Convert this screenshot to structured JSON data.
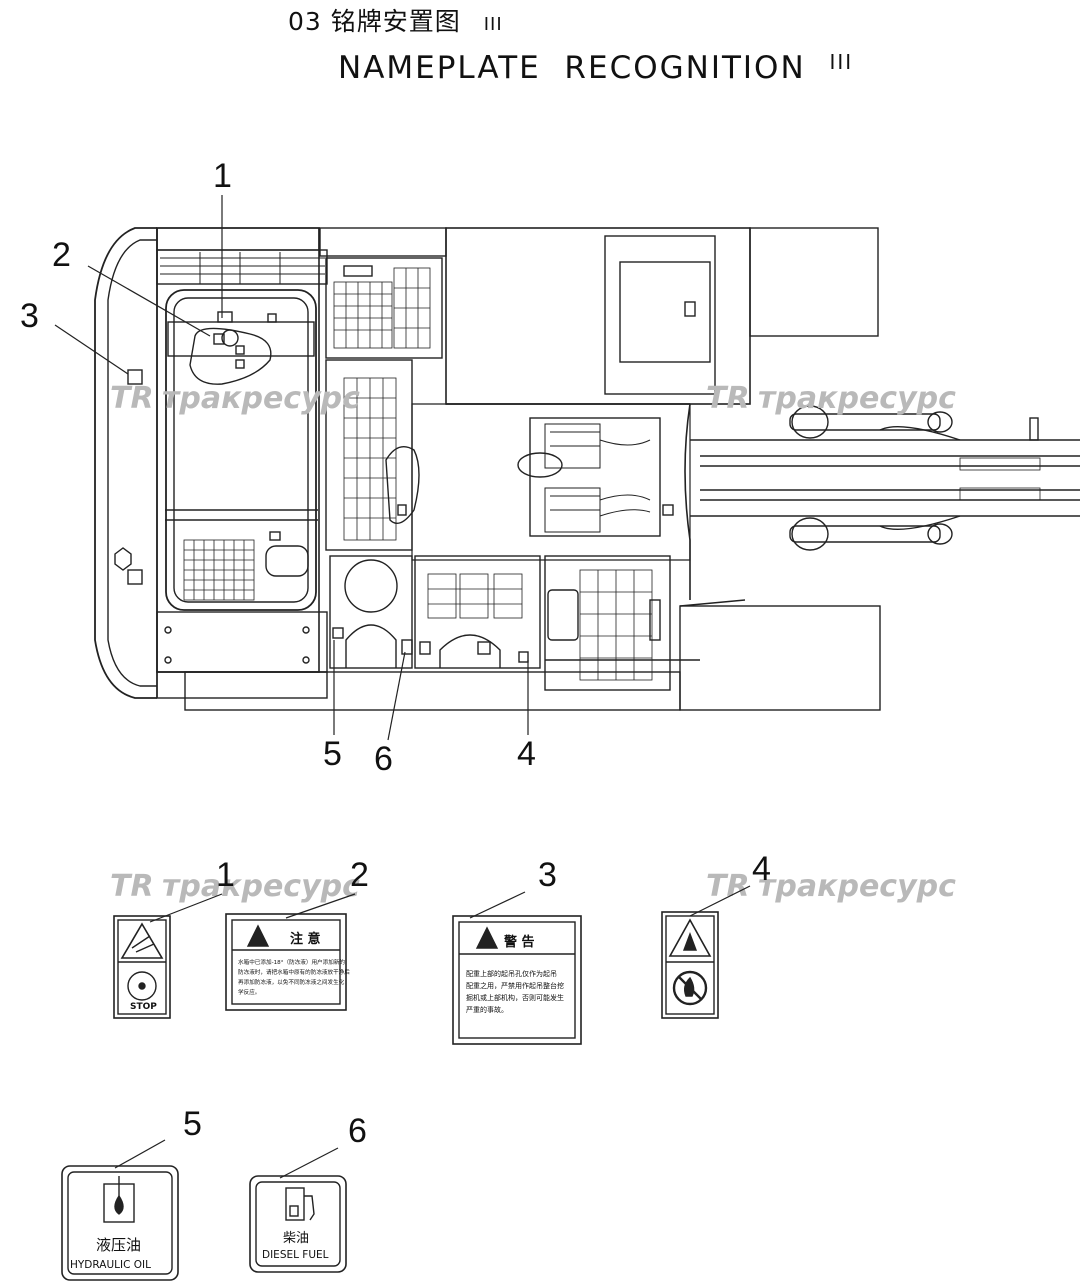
{
  "title": {
    "cn": "03 铭牌安置图",
    "cn_suffix": "III",
    "en": "NAMEPLATE  RECOGNITION",
    "en_suffix": "III"
  },
  "watermark": "тракресурс",
  "watermark_logo": "TR",
  "callouts": [
    "1",
    "2",
    "3",
    "4",
    "5",
    "6"
  ],
  "labels": {
    "l1": {
      "number": "1",
      "text": "STOP"
    },
    "l2": {
      "number": "2",
      "header": "注 意",
      "body": [
        "水箱中已添加-18°（防冻液）用户添加新的",
        "防冻液时，请把水箱中原有的防冻液放干净后",
        "再添加防冻液，以免不同防冻液之间发生化",
        "学反应。"
      ]
    },
    "l3": {
      "number": "3",
      "header": "警  告",
      "body": [
        "配重上部的起吊孔仅作为起吊",
        "配重之用，严禁用作起吊整台挖",
        "掘机或上部机构，否则可能发生",
        "严重的事故。"
      ]
    },
    "l4": {
      "number": "4"
    },
    "l5": {
      "number": "5",
      "cn": "液压油",
      "en": "HYDRAULIC OIL"
    },
    "l6": {
      "number": "6",
      "cn": "柴油",
      "en": "DIESEL FUEL"
    }
  }
}
